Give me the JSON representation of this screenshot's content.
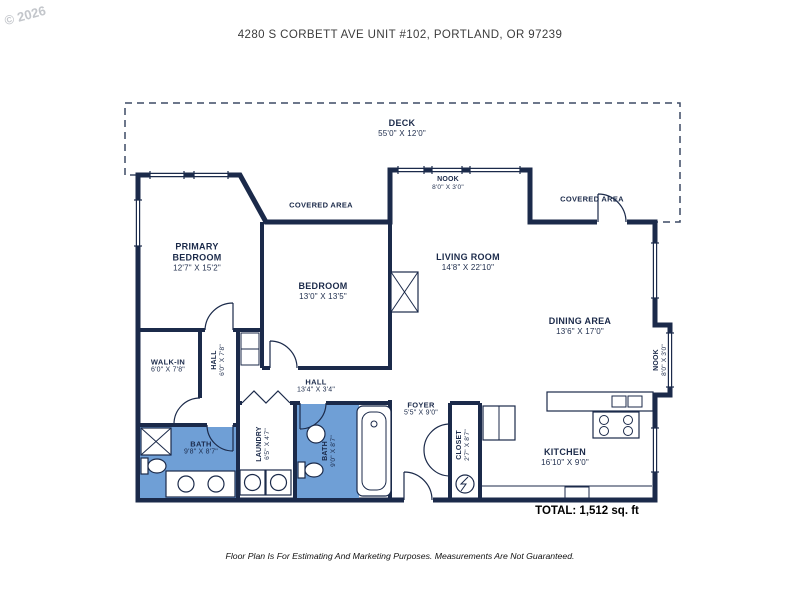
{
  "watermark": "© 2026",
  "header": {
    "address": "4280 S CORBETT AVE UNIT #102, PORTLAND, OR 97239"
  },
  "rooms": [
    {
      "name": "DECK",
      "dims": "55'0\" X 12'0\""
    },
    {
      "name": "COVERED AREA",
      "dims": ""
    },
    {
      "name": "NOOK",
      "dims": "8'0\" X 3'0\""
    },
    {
      "name": "COVERED AREA",
      "dims": ""
    },
    {
      "name": "PRIMARY BEDROOM",
      "dims": "12'7\" X 15'2\""
    },
    {
      "name": "BEDROOM",
      "dims": "13'0\" X 13'5\""
    },
    {
      "name": "LIVING ROOM",
      "dims": "14'8\" X 22'10\""
    },
    {
      "name": "DINING AREA",
      "dims": "13'6\" X 17'0\""
    },
    {
      "name": "WALK-IN",
      "dims": "6'0\" X 7'8\""
    },
    {
      "name": "HALL",
      "dims": "6'0\" X 7'8\""
    },
    {
      "name": "HALL",
      "dims": "13'4\" X 3'4\""
    },
    {
      "name": "BATH",
      "dims": "9'8\" X 8'7\""
    },
    {
      "name": "LAUNDRY",
      "dims": "6'5\" X 4'7\""
    },
    {
      "name": "BATH",
      "dims": "9'0\" X 8'7\""
    },
    {
      "name": "FOYER",
      "dims": "5'5\" X 9'0\""
    },
    {
      "name": "CLOSET",
      "dims": "2'7\" X 8'7\""
    },
    {
      "name": "KITCHEN",
      "dims": "16'10\" X 9'0\""
    },
    {
      "name": "NOOK",
      "dims": "8'0\" X 3'0\""
    }
  ],
  "total": "TOTAL: 1,512 sq. ft",
  "footer": {
    "disclaimer": "Floor Plan Is For Estimating And Marketing Purposes. Measurements Are Not Guaranteed."
  },
  "colors": {
    "wall": "#1b2a4a",
    "bath_fill": "#6f9fd6",
    "text": "#1b2a4a"
  }
}
